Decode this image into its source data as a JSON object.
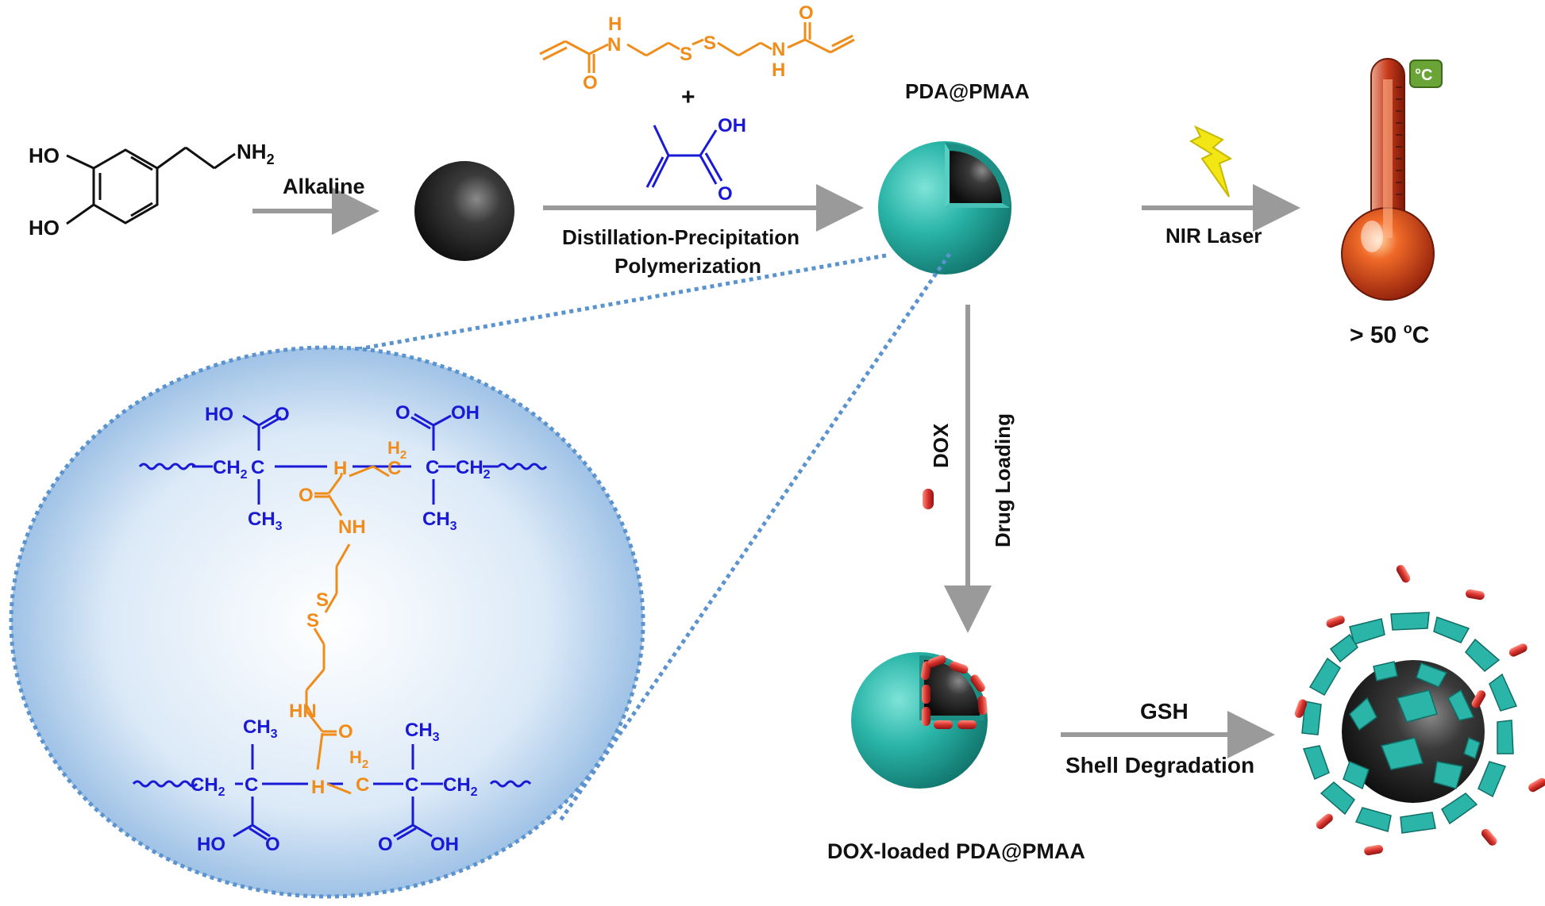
{
  "colors": {
    "background": "#ffffff",
    "arrow": "#9a9a9a",
    "orange_monomer": "#f08c1a",
    "blue_monomer": "#1a1ad6",
    "shell_teal": "#2ab5a8",
    "core_black": "#2a2a2a",
    "dox_red": "#d8332e",
    "thermometer_red": "#c8391a",
    "bolt_yellow": "#f2e614",
    "dotted_blue": "#5b93cf",
    "celsius_badge": "#6aa436"
  },
  "dopamine": {
    "ho_top": "HO",
    "ho_bottom": "HO",
    "amine": "NH",
    "amine_sub": "2"
  },
  "step1": {
    "label": "Alkaline"
  },
  "crosslinker": {
    "h_top": "H",
    "n_top": "N",
    "s1": "S",
    "s2": "S",
    "n_bottom": "N",
    "h_bottom": "H",
    "o1": "O",
    "o2": "O"
  },
  "plus": "+",
  "maa": {
    "oh": "OH",
    "o": "O"
  },
  "step2": {
    "label_line1": "Distillation-Precipitation",
    "label_line2": "Polymerization"
  },
  "particle_title": "PDA@PMAA",
  "step3": {
    "label": "NIR Laser"
  },
  "thermometer": {
    "badge": "°C",
    "temp_prefix": "> 50 ",
    "temp_super": "o",
    "temp_unit": "C"
  },
  "step4": {
    "dox": "DOX",
    "label": "Drug Loading"
  },
  "loaded_title": "DOX-loaded PDA@PMAA",
  "step5": {
    "label_top": "GSH",
    "label_bottom": "Shell Degradation"
  },
  "polymer": {
    "ho_tl": "HO",
    "o_tl": "O",
    "o_tr": "O",
    "oh_tr": "OH",
    "ch2_a": "CH",
    "c_a": "C",
    "h_mid": "H",
    "h2_a": "H",
    "sub2": "2",
    "c_b": "C",
    "ch2_b": "CH",
    "ch3_a": "CH",
    "o_amide_top": "O",
    "ch3_b": "CH",
    "sub3": "3",
    "nh_top": "NH",
    "s_a": "S",
    "s_b": "S",
    "hn_bottom": "HN",
    "ch3_c": "CH",
    "ch3_d": "CH",
    "o_amide_bottom": "O",
    "ch2_c": "CH",
    "c_c": "C",
    "h_mid2": "H",
    "h2_b": "H",
    "c_d": "C",
    "ch2_d": "CH",
    "ho_bl": "HO",
    "o_bl": "O",
    "o_br": "O",
    "oh_br": "OH"
  }
}
